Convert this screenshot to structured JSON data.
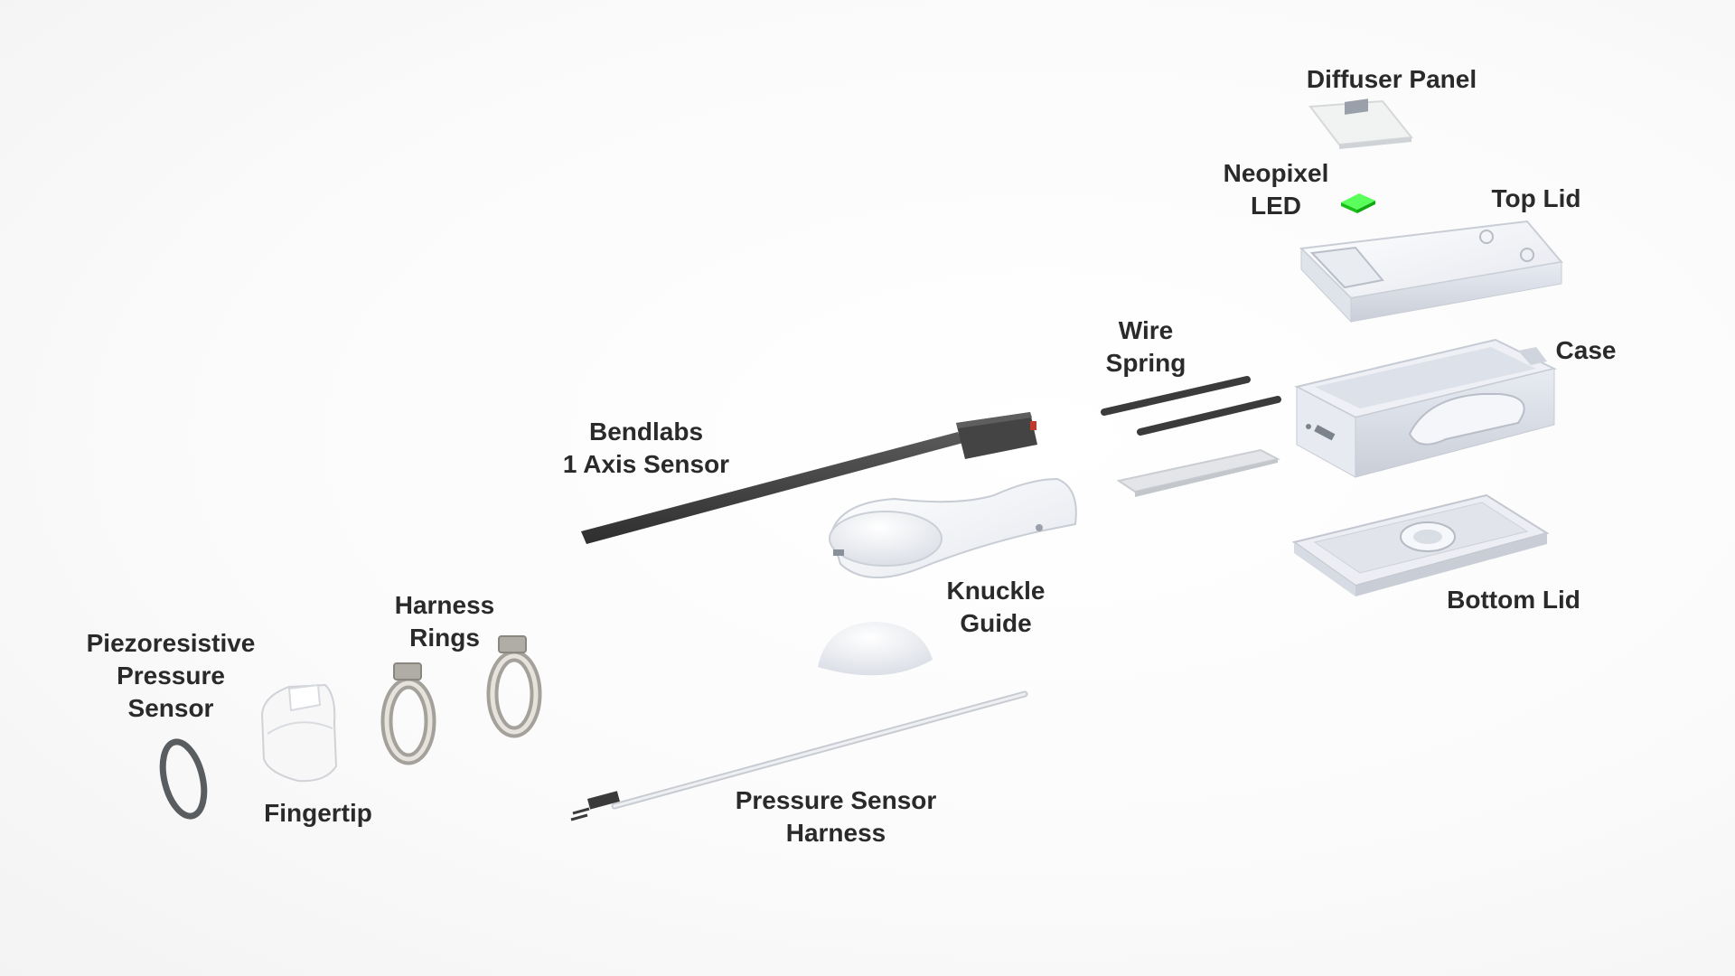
{
  "colors": {
    "background": "#ffffff",
    "label_text": "#2a2a2a",
    "led_green": "#22ee22",
    "sensor_dark": "#3a3a3a",
    "part_white": "#f2f4f8"
  },
  "labels": {
    "diffuser_panel": [
      "Diffuser Panel"
    ],
    "neopixel_led": [
      "Neopixel",
      "LED"
    ],
    "top_lid": [
      "Top Lid"
    ],
    "wire_spring": [
      "Wire",
      "Spring"
    ],
    "case": [
      "Case"
    ],
    "bendlabs_sensor": [
      "Bendlabs",
      "1 Axis Sensor"
    ],
    "knuckle_guide": [
      "Knuckle",
      "Guide"
    ],
    "bottom_lid": [
      "Bottom Lid"
    ],
    "harness_rings": [
      "Harness",
      "Rings"
    ],
    "piezoresistive_sensor": [
      "Piezoresistive",
      "Pressure",
      "Sensor"
    ],
    "fingertip": [
      "Fingertip"
    ],
    "pressure_sensor_harness": [
      "Pressure Sensor",
      "Harness"
    ]
  }
}
